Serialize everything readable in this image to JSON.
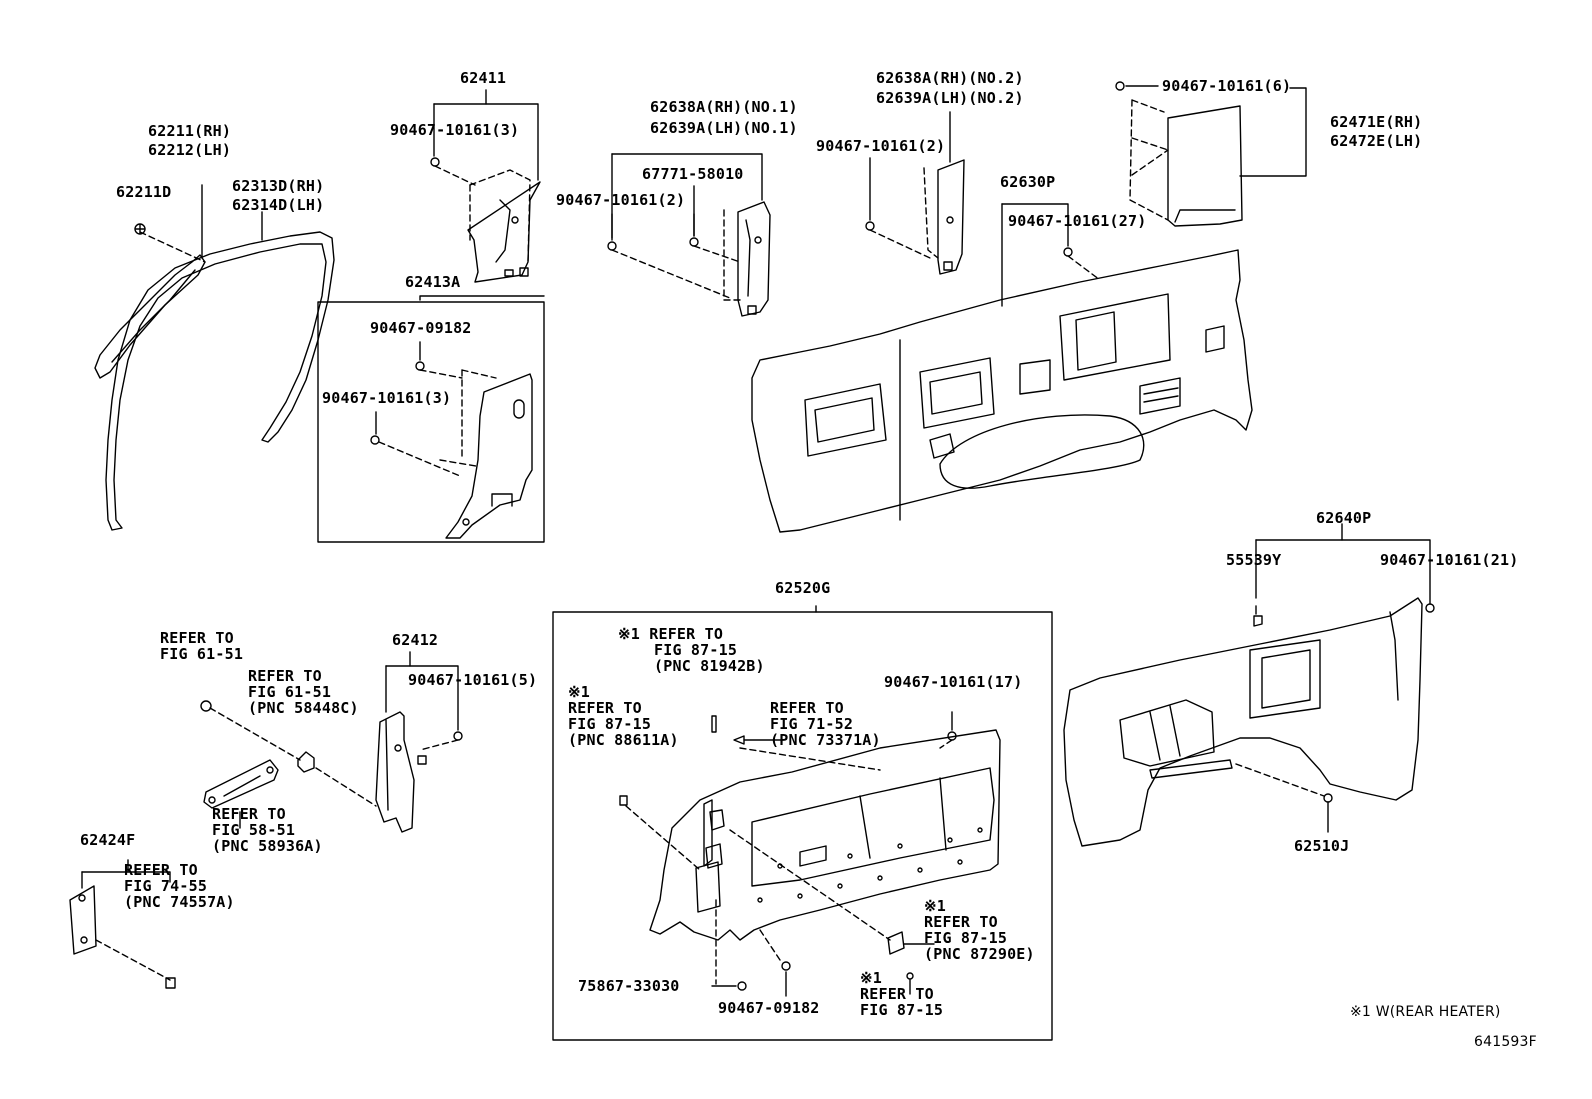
{
  "labels": {
    "p62211": "62211(RH)",
    "p62212": "62212(LH)",
    "p62211d": "62211D",
    "p62313d": "62313D(RH)",
    "p62314d": "62314D(LH)",
    "p62411": "62411",
    "f62411": "90467-10161(3)",
    "p62413a": "62413A",
    "f62413a_a": "90467-09182",
    "f62413a_b": "90467-10161(3)",
    "p62638a_no1": "62638A(RH)(NO.1)",
    "p62639a_no1": "62639A(LH)(NO.1)",
    "p67771": "67771-58010",
    "f_pillar1": "90467-10161(2)",
    "p62638a_no2": "62638A(RH)(NO.2)",
    "p62639a_no2": "62639A(LH)(NO.2)",
    "f_pillar2": "90467-10161(2)",
    "f_62471": "90467-10161(6)",
    "p62471e": "62471E(RH)",
    "p62472e": "62472E(LH)",
    "p62630p": "62630P",
    "f62630p": "90467-10161(27)",
    "p62640p": "62640P",
    "p55539y": "55539Y",
    "f62640p": "90467-10161(21)",
    "p62510j": "62510J",
    "p62520g": "62520G",
    "p62412": "62412",
    "f62412": "90467-10161(5)",
    "p62424f": "62424F",
    "f62520g": "90467-10161(17)",
    "p75867": "75867-33030",
    "f62520g_b": "90467-09182",
    "note_key": "※1 W(REAR HEATER)",
    "diagram_id": "641593F"
  },
  "refs": {
    "r1": [
      "REFER TO",
      "FIG 61-51"
    ],
    "r2": [
      "REFER TO",
      "FIG 61-51",
      "(PNC 58448C)"
    ],
    "r3": [
      "REFER TO",
      "FIG 58-51",
      "(PNC 58936A)"
    ],
    "r4": [
      "REFER TO",
      "FIG 74-55",
      "(PNC 74557A)"
    ],
    "r5": [
      "※1 REFER TO",
      "FIG 87-15",
      "(PNC 81942B)"
    ],
    "r6": [
      "※1",
      "REFER TO",
      "FIG 87-15",
      "(PNC 88611A)"
    ],
    "r7": [
      "REFER TO",
      "FIG 71-52",
      "(PNC 73371A)"
    ],
    "r8": [
      "※1",
      "REFER TO",
      "FIG 87-15",
      "(PNC 87290E)"
    ],
    "r9": [
      "※1",
      "REFER TO",
      "FIG 87-15"
    ]
  },
  "colors": {
    "ink": "#000000",
    "paper": "#ffffff"
  }
}
